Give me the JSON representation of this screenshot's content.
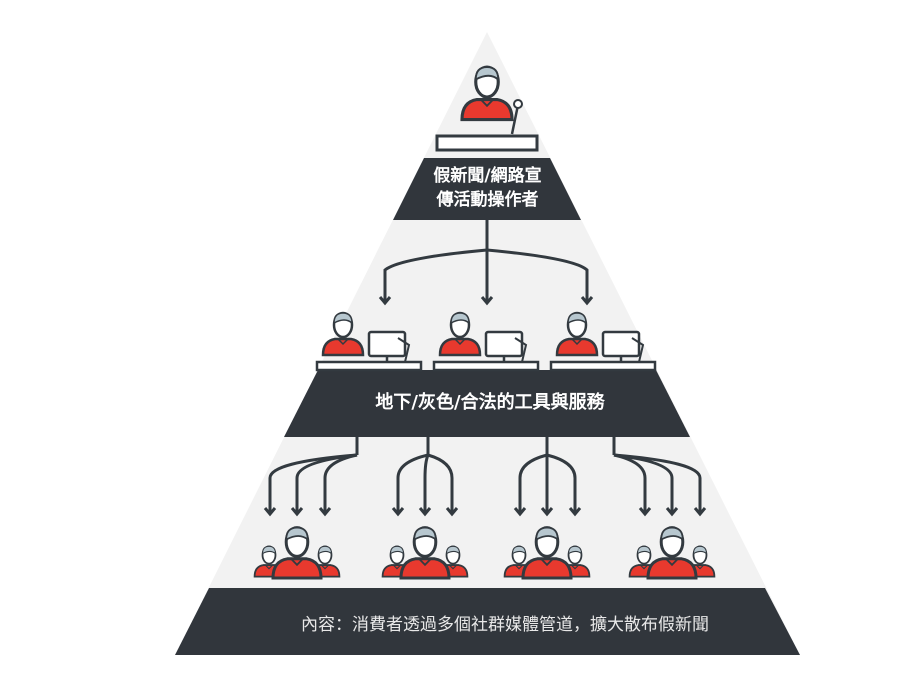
{
  "tiers": {
    "top": {
      "line1": "假新聞/網路宣",
      "line2": "傳活動操作者"
    },
    "middle": {
      "label": "地下/灰色/合法的工具與服務"
    },
    "bottom": {
      "label": "內容：消費者透過多個社群媒體管道，擴大散布假新聞"
    }
  },
  "colors": {
    "band": "#31363c",
    "pyramid": "#f2f2f2",
    "shirt": "#e8392e",
    "hair": "#b7c7cf",
    "outline": "#333a40"
  }
}
